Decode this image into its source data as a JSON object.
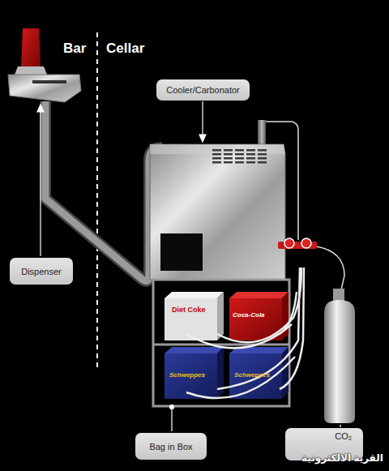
{
  "diagram": {
    "nodes": [
      {
        "text": [
          "Cooler/Carbonator"
        ]
      },
      {
        "text": [
          "Dispenser"
        ]
      },
      {
        "text": [
          "Bag in Box"
        ]
      },
      {
        "text": [
          "CO₂"
        ]
      }
    ],
    "labels": [
      "Bar",
      "Cellar",
      "Diet Coke",
      "Coca-Cola",
      "Schweppes",
      "Schweppes",
      "القرية الالكترونية"
    ]
  }
}
